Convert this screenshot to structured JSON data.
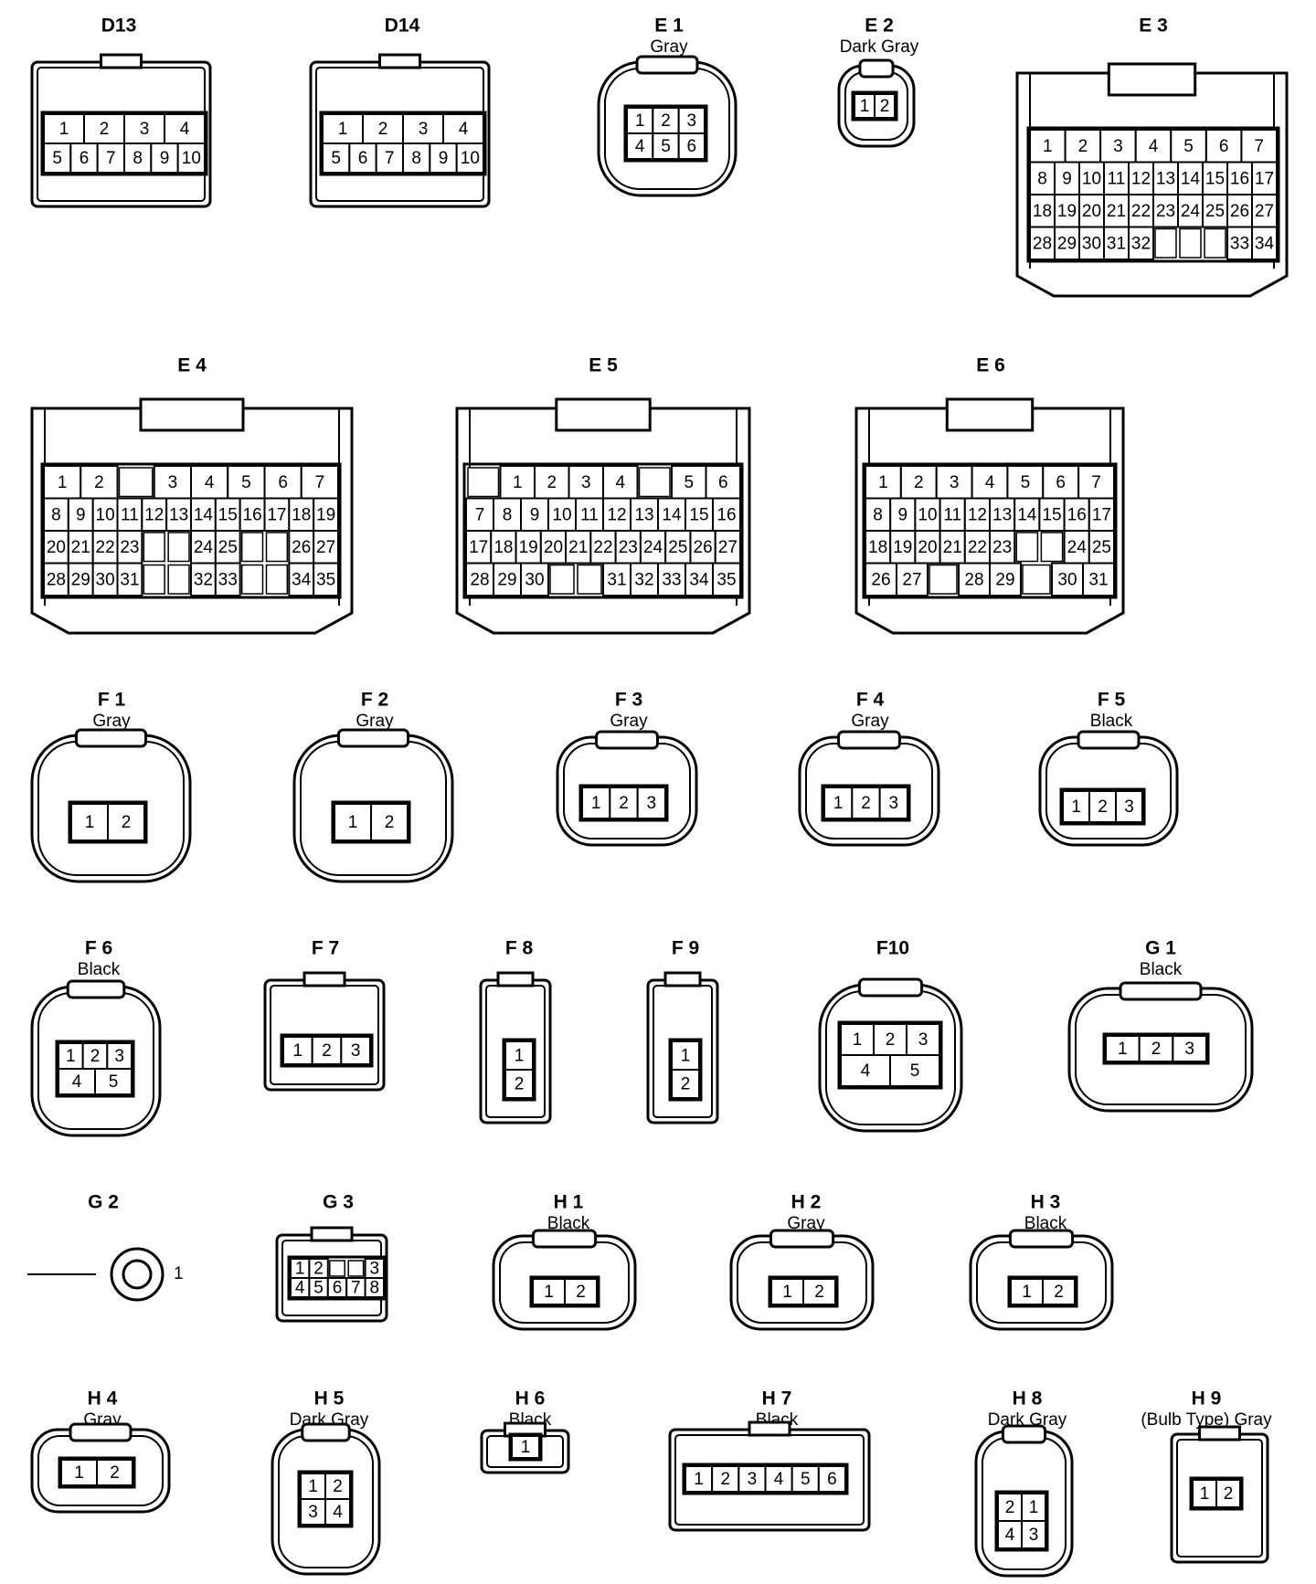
{
  "connectors": [
    {
      "id": "D13",
      "color": "",
      "kind": "grid",
      "pins": [
        [
          [
            "1"
          ],
          [
            "2"
          ],
          [
            "3"
          ],
          [
            "4"
          ]
        ],
        [
          [
            "5"
          ],
          [
            "6"
          ],
          [
            "7"
          ],
          [
            "8"
          ],
          [
            "9"
          ],
          [
            "10"
          ]
        ]
      ]
    },
    {
      "id": "D14",
      "color": "",
      "kind": "grid",
      "pins": [
        [
          [
            "1"
          ],
          [
            "2"
          ],
          [
            "3"
          ],
          [
            "4"
          ]
        ],
        [
          [
            "5"
          ],
          [
            "6"
          ],
          [
            "7"
          ],
          [
            "8"
          ],
          [
            "9"
          ],
          [
            "10"
          ]
        ]
      ]
    },
    {
      "id": "E 1",
      "color": "Gray",
      "kind": "grid",
      "pins": [
        [
          [
            "1"
          ],
          [
            "2"
          ],
          [
            "3"
          ]
        ],
        [
          [
            "4"
          ],
          [
            "5"
          ],
          [
            "6"
          ]
        ]
      ]
    },
    {
      "id": "E 2",
      "color": "Dark Gray",
      "kind": "grid",
      "pins": [
        [
          [
            "1"
          ],
          [
            "2"
          ]
        ]
      ]
    },
    {
      "id": "E 3",
      "color": "",
      "kind": "grid",
      "pins": [
        [
          [
            "1"
          ],
          [
            "2"
          ],
          [
            "3"
          ],
          [
            "4"
          ],
          [
            "5"
          ],
          [
            "6"
          ],
          [
            "7"
          ]
        ],
        [
          [
            "8"
          ],
          [
            "9"
          ],
          [
            "10"
          ],
          [
            "11"
          ],
          [
            "12"
          ],
          [
            "13"
          ],
          [
            "14"
          ],
          [
            "15"
          ],
          [
            "16"
          ],
          [
            "17"
          ]
        ],
        [
          [
            "18"
          ],
          [
            "19"
          ],
          [
            "20"
          ],
          [
            "21"
          ],
          [
            "22"
          ],
          [
            "23"
          ],
          [
            "24"
          ],
          [
            "25"
          ],
          [
            "26"
          ],
          [
            "27"
          ]
        ],
        [
          [
            "28"
          ],
          [
            "29"
          ],
          [
            "30"
          ],
          [
            "31"
          ],
          [
            "32"
          ],
          [
            ""
          ],
          [
            ""
          ],
          [
            ""
          ],
          [
            "33"
          ],
          [
            "34"
          ]
        ]
      ]
    },
    {
      "id": "E 4",
      "color": "",
      "kind": "grid",
      "pins": [
        [
          [
            "1"
          ],
          [
            "2"
          ],
          [
            ""
          ],
          [
            "3"
          ],
          [
            "4"
          ],
          [
            "5"
          ],
          [
            "6"
          ],
          [
            "7"
          ]
        ],
        [
          [
            "8"
          ],
          [
            "9"
          ],
          [
            "10"
          ],
          [
            "11"
          ],
          [
            "12"
          ],
          [
            "13"
          ],
          [
            "14"
          ],
          [
            "15"
          ],
          [
            "16"
          ],
          [
            "17"
          ],
          [
            "18"
          ],
          [
            "19"
          ]
        ],
        [
          [
            "20"
          ],
          [
            "21"
          ],
          [
            "22"
          ],
          [
            "23"
          ],
          [
            ""
          ],
          [
            ""
          ],
          [
            "24"
          ],
          [
            "25"
          ],
          [
            ""
          ],
          [
            ""
          ],
          [
            "26"
          ],
          [
            "27"
          ]
        ],
        [
          [
            "28"
          ],
          [
            "29"
          ],
          [
            "30"
          ],
          [
            "31"
          ],
          [
            ""
          ],
          [
            ""
          ],
          [
            "32"
          ],
          [
            "33"
          ],
          [
            ""
          ],
          [
            ""
          ],
          [
            "34"
          ],
          [
            "35"
          ]
        ]
      ]
    },
    {
      "id": "E 5",
      "color": "",
      "kind": "grid",
      "pins": [
        [
          [
            ""
          ],
          [
            "1"
          ],
          [
            "2"
          ],
          [
            "3"
          ],
          [
            "4"
          ],
          [
            ""
          ],
          [
            "5"
          ],
          [
            "6"
          ]
        ],
        [
          [
            "7"
          ],
          [
            "8"
          ],
          [
            "9"
          ],
          [
            "10"
          ],
          [
            "11"
          ],
          [
            "12"
          ],
          [
            "13"
          ],
          [
            "14"
          ],
          [
            "15"
          ],
          [
            "16"
          ]
        ],
        [
          [
            "17"
          ],
          [
            "18"
          ],
          [
            "19"
          ],
          [
            "20"
          ],
          [
            "21"
          ],
          [
            "22"
          ],
          [
            "23"
          ],
          [
            "24"
          ],
          [
            "25"
          ],
          [
            "26"
          ],
          [
            "27"
          ]
        ],
        [
          [
            "28"
          ],
          [
            "29"
          ],
          [
            "30"
          ],
          [
            ""
          ],
          [
            ""
          ],
          [
            "31"
          ],
          [
            "32"
          ],
          [
            "33"
          ],
          [
            "34"
          ],
          [
            "35"
          ]
        ]
      ]
    },
    {
      "id": "E 6",
      "color": "",
      "kind": "grid",
      "pins": [
        [
          [
            "1"
          ],
          [
            "2"
          ],
          [
            "3"
          ],
          [
            "4"
          ],
          [
            "5"
          ],
          [
            "6"
          ],
          [
            "7"
          ]
        ],
        [
          [
            "8"
          ],
          [
            "9"
          ],
          [
            "10"
          ],
          [
            "11"
          ],
          [
            "12"
          ],
          [
            "13"
          ],
          [
            "14"
          ],
          [
            "15"
          ],
          [
            "16"
          ],
          [
            "17"
          ]
        ],
        [
          [
            "18"
          ],
          [
            "19"
          ],
          [
            "20"
          ],
          [
            "21"
          ],
          [
            "22"
          ],
          [
            "23"
          ],
          [
            ""
          ],
          [
            ""
          ],
          [
            "24"
          ],
          [
            "25"
          ]
        ],
        [
          [
            "26"
          ],
          [
            "27"
          ],
          [
            ""
          ],
          [
            "28"
          ],
          [
            "29"
          ],
          [
            ""
          ],
          [
            "30"
          ],
          [
            "31"
          ]
        ]
      ]
    },
    {
      "id": "F 1",
      "color": "Gray",
      "kind": "grid",
      "pins": [
        [
          [
            "1"
          ],
          [
            "2"
          ]
        ]
      ]
    },
    {
      "id": "F 2",
      "color": "Gray",
      "kind": "grid",
      "pins": [
        [
          [
            "1"
          ],
          [
            "2"
          ]
        ]
      ]
    },
    {
      "id": "F 3",
      "color": "Gray",
      "kind": "grid",
      "pins": [
        [
          [
            "1"
          ],
          [
            "2"
          ],
          [
            "3"
          ]
        ]
      ]
    },
    {
      "id": "F 4",
      "color": "Gray",
      "kind": "grid",
      "pins": [
        [
          [
            "1"
          ],
          [
            "2"
          ],
          [
            "3"
          ]
        ]
      ]
    },
    {
      "id": "F 5",
      "color": "Black",
      "kind": "grid",
      "pins": [
        [
          [
            "1"
          ],
          [
            "2"
          ],
          [
            "3"
          ]
        ]
      ]
    },
    {
      "id": "F 6",
      "color": "Black",
      "kind": "grid",
      "pins": [
        [
          [
            "1"
          ],
          [
            "2"
          ],
          [
            "3"
          ]
        ],
        [
          [
            "4"
          ],
          [
            "5"
          ]
        ]
      ]
    },
    {
      "id": "F 7",
      "color": "",
      "kind": "grid",
      "pins": [
        [
          [
            "1"
          ],
          [
            "2"
          ],
          [
            "3"
          ]
        ]
      ]
    },
    {
      "id": "F 8",
      "color": "",
      "kind": "grid",
      "pins": [
        [
          [
            "1"
          ]
        ],
        [
          [
            "2"
          ]
        ]
      ]
    },
    {
      "id": "F 9",
      "color": "",
      "kind": "grid",
      "pins": [
        [
          [
            "1"
          ]
        ],
        [
          [
            "2"
          ]
        ]
      ]
    },
    {
      "id": "F10",
      "color": "",
      "kind": "grid",
      "pins": [
        [
          [
            "1"
          ],
          [
            "2"
          ],
          [
            "3"
          ]
        ],
        [
          [
            "4"
          ],
          [
            "5"
          ]
        ]
      ]
    },
    {
      "id": "G 1",
      "color": "Black",
      "kind": "grid",
      "pins": [
        [
          [
            "1"
          ],
          [
            "2"
          ],
          [
            "3"
          ]
        ]
      ]
    },
    {
      "id": "G 2",
      "color": "",
      "kind": "ring",
      "pins": [
        [
          [
            "1"
          ]
        ]
      ]
    },
    {
      "id": "G 3",
      "color": "",
      "kind": "grid",
      "pins": [
        [
          [
            "1"
          ],
          [
            "2"
          ],
          [
            ""
          ],
          [
            ""
          ],
          [
            "3"
          ]
        ],
        [
          [
            "4"
          ],
          [
            "5"
          ],
          [
            "6"
          ],
          [
            "7"
          ],
          [
            "8"
          ]
        ]
      ]
    },
    {
      "id": "H 1",
      "color": "Black",
      "kind": "grid",
      "pins": [
        [
          [
            "1"
          ],
          [
            "2"
          ]
        ]
      ]
    },
    {
      "id": "H 2",
      "color": "Gray",
      "kind": "grid",
      "pins": [
        [
          [
            "1"
          ],
          [
            "2"
          ]
        ]
      ]
    },
    {
      "id": "H 3",
      "color": "Black",
      "kind": "grid",
      "pins": [
        [
          [
            "1"
          ],
          [
            "2"
          ]
        ]
      ]
    },
    {
      "id": "H 4",
      "color": "Gray",
      "kind": "grid",
      "pins": [
        [
          [
            "1"
          ],
          [
            "2"
          ]
        ]
      ]
    },
    {
      "id": "H 5",
      "color": "Dark Gray",
      "kind": "grid",
      "pins": [
        [
          [
            "1"
          ],
          [
            "2"
          ]
        ],
        [
          [
            "3"
          ],
          [
            "4"
          ]
        ]
      ]
    },
    {
      "id": "H 6",
      "color": "Black",
      "kind": "grid",
      "pins": [
        [
          [
            "1"
          ]
        ]
      ]
    },
    {
      "id": "H 7",
      "color": "Black",
      "kind": "grid",
      "pins": [
        [
          [
            "1"
          ],
          [
            "2"
          ],
          [
            "3"
          ],
          [
            "4"
          ],
          [
            "5"
          ],
          [
            "6"
          ]
        ]
      ]
    },
    {
      "id": "H 8",
      "color": "Dark Gray",
      "kind": "grid",
      "pins": [
        [
          [
            "2"
          ],
          [
            "1"
          ]
        ],
        [
          [
            "4"
          ],
          [
            "3"
          ]
        ]
      ]
    },
    {
      "id": "H 9",
      "color": "(Bulb Type)  Gray",
      "kind": "grid",
      "pins": [
        [
          [
            "1"
          ],
          [
            "2"
          ]
        ]
      ]
    }
  ]
}
